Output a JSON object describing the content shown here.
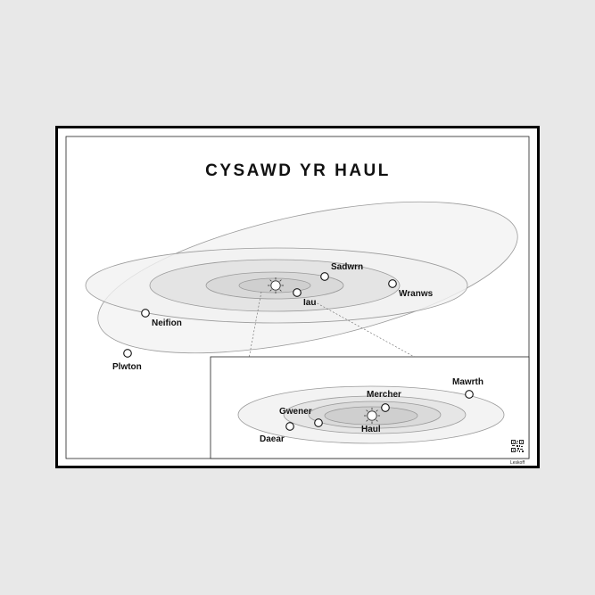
{
  "poster": {
    "title": "CYSAWD YR HAUL",
    "brand": "Leskoff"
  },
  "outer_system": {
    "sun_label": "",
    "planets": [
      {
        "key": "sadwrn",
        "label": "Sadwrn"
      },
      {
        "key": "iau",
        "label": "Iau"
      },
      {
        "key": "wranws",
        "label": "Wranws"
      },
      {
        "key": "neifion",
        "label": "Neifion"
      },
      {
        "key": "plwton",
        "label": "Plwton"
      }
    ]
  },
  "inner_system": {
    "sun_label": "Haul",
    "planets": [
      {
        "key": "mercher",
        "label": "Mercher"
      },
      {
        "key": "gwener",
        "label": "Gwener"
      },
      {
        "key": "daear",
        "label": "Daear"
      },
      {
        "key": "mawrth",
        "label": "Mawrth"
      }
    ]
  },
  "colors": {
    "background": "#e8e8e8",
    "paper": "#ffffff",
    "frame": "#000000",
    "orbit_fill_light": "#f2f2f2",
    "orbit_fill_mid": "#e4e4e4",
    "orbit_fill_dark": "#d6d6d6",
    "orbit_stroke": "#9a9a9a"
  },
  "icons": {
    "sun": "sun-icon",
    "planet": "planet-circle-icon",
    "qr": "qr-code-icon"
  }
}
